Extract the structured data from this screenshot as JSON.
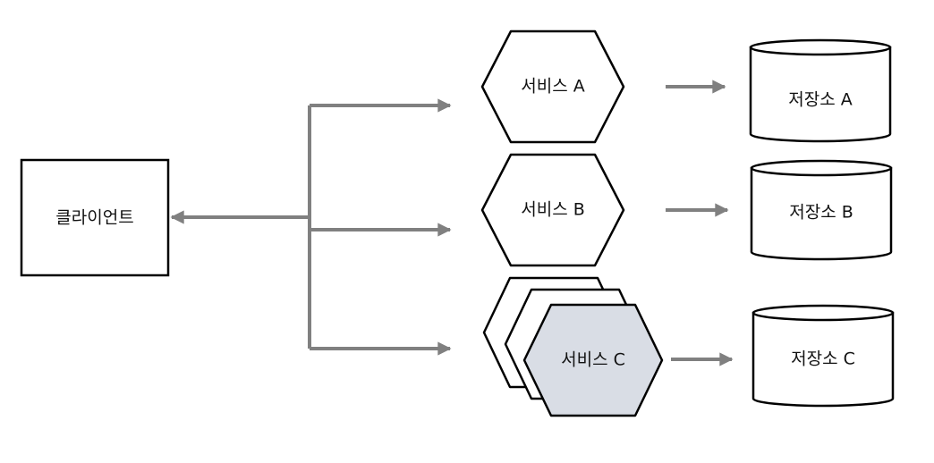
{
  "colors": {
    "connector": "#808080",
    "node_fill": "#ffffff",
    "stroke": "#000000",
    "highlight_fill": "#d9dde5"
  },
  "client": {
    "label": "클라이언트"
  },
  "services": [
    {
      "label": "서비스 A"
    },
    {
      "label": "서비스 B"
    },
    {
      "label": "서비스 C"
    }
  ],
  "stores": [
    {
      "label": "저장소 A"
    },
    {
      "label": "저장소 B"
    },
    {
      "label": "저장소 C"
    }
  ]
}
